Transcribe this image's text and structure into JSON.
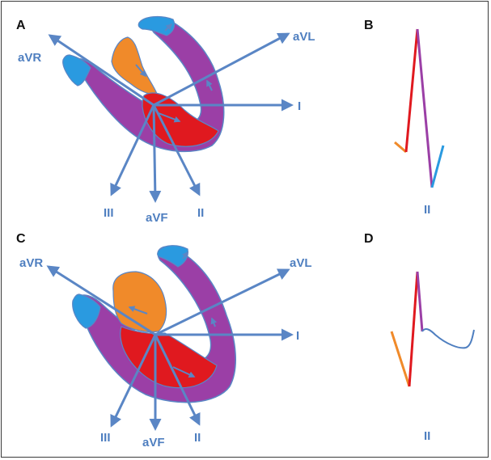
{
  "colors": {
    "axis": "#5a86c5",
    "purple": "#9b3fa6",
    "red": "#e0191f",
    "orange": "#f08a2a",
    "blue": "#2a9ae0",
    "outline": "#5a86c5",
    "wave_blue": "#4f7fc0"
  },
  "panels": {
    "A": {
      "letter": "A",
      "leads": {
        "avr": "aVR",
        "avl": "aVL",
        "i": "I",
        "iii": "III",
        "avf": "aVF",
        "ii": "II"
      }
    },
    "B": {
      "letter": "B",
      "lead_label": "II"
    },
    "C": {
      "letter": "C",
      "leads": {
        "avr": "aVR",
        "avl": "aVL",
        "i": "I",
        "iii": "III",
        "avf": "aVF",
        "ii": "II"
      }
    },
    "D": {
      "letter": "D",
      "lead_label": "II"
    }
  }
}
